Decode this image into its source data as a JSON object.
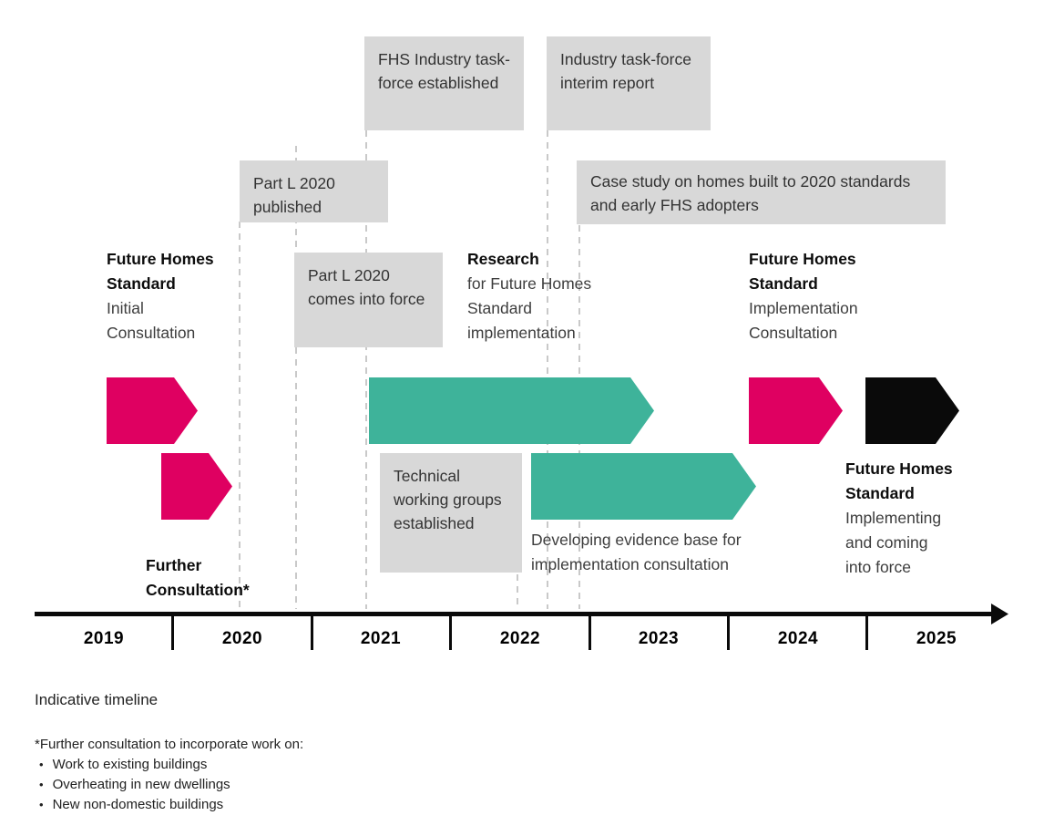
{
  "colors": {
    "pink": "#DF0061",
    "teal": "#3EB39A",
    "black": "#0a0a0a",
    "box_gray": "#d8d8d8",
    "dash_gray": "#c9c9c9"
  },
  "boxes": {
    "fhs_taskforce": "FHS Industry task-force established",
    "interim_report": "Industry task-force interim report",
    "partl_published": "Part L 2020 published",
    "case_study": "Case study on homes built to 2020 standards and early FHS adopters",
    "partl_force": "Part L 2020 comes into force",
    "twg": "Technical working groups established"
  },
  "labels": {
    "initial": {
      "bold": "Future Homes Standard",
      "regular": "Initial Consultation"
    },
    "research": {
      "bold": "Research",
      "regular": "for Future Homes Standard implementation"
    },
    "impl_consult": {
      "bold": "Future Homes Standard",
      "regular": "Implementation Consultation"
    },
    "further": {
      "bold": "Further Consultation*"
    },
    "developing": {
      "regular": "Developing evidence base for implementation consultation"
    },
    "implementing": {
      "bold": "Future Homes Standard",
      "regular": "Implementing and coming into force"
    }
  },
  "timeline": {
    "phases": [
      {
        "name": "Future Homes Standard Initial Consultation",
        "color": "pink",
        "approx_span": "mid 2019 – early 2020"
      },
      {
        "name": "Further Consultation*",
        "color": "pink",
        "approx_span": "late 2019 – mid 2020"
      },
      {
        "name": "Research for Future Homes Standard implementation",
        "color": "teal",
        "approx_span": "mid 2021 – mid 2023"
      },
      {
        "name": "Developing evidence base for implementation consultation",
        "color": "teal",
        "approx_span": "mid 2022 – early 2024"
      },
      {
        "name": "Future Homes Standard Implementation Consultation",
        "color": "pink",
        "approx_span": "2024"
      },
      {
        "name": "Future Homes Standard Implementing and coming into force",
        "color": "black",
        "approx_span": "2025"
      }
    ]
  },
  "axis": {
    "years": [
      "2019",
      "2020",
      "2021",
      "2022",
      "2023",
      "2024",
      "2025"
    ]
  },
  "footer": {
    "caption": "Indicative timeline",
    "footnote_title": "*Further consultation to incorporate work on:",
    "bullet_char": "•",
    "bullets": [
      "Work to existing buildings",
      "Overheating in new dwellings",
      "New non-domestic buildings"
    ]
  }
}
